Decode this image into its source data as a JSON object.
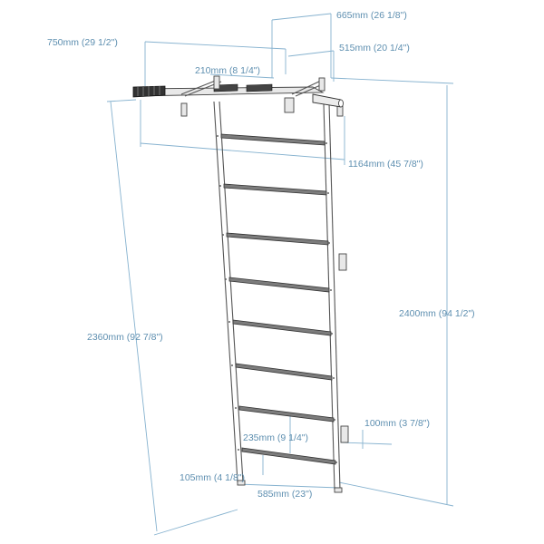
{
  "dimensions": {
    "top_depth": "665mm (26 1/8\")",
    "bar_width": "750mm (29 1/2\")",
    "bar_depth": "515mm (20 1/4\")",
    "grip_spacing": "210mm (8 1/4\")",
    "total_width": "1164mm (45 7/8\")",
    "total_height": "2400mm (94 1/2\")",
    "ladder_height": "2360mm (92 7/8\")",
    "wall_gap": "100mm (3 7/8\")",
    "rung_spacing": "235mm (9 1/4\")",
    "bottom_gap": "105mm (4 1/8\")",
    "ladder_width": "585mm (23\")"
  },
  "rung_count": 8
}
